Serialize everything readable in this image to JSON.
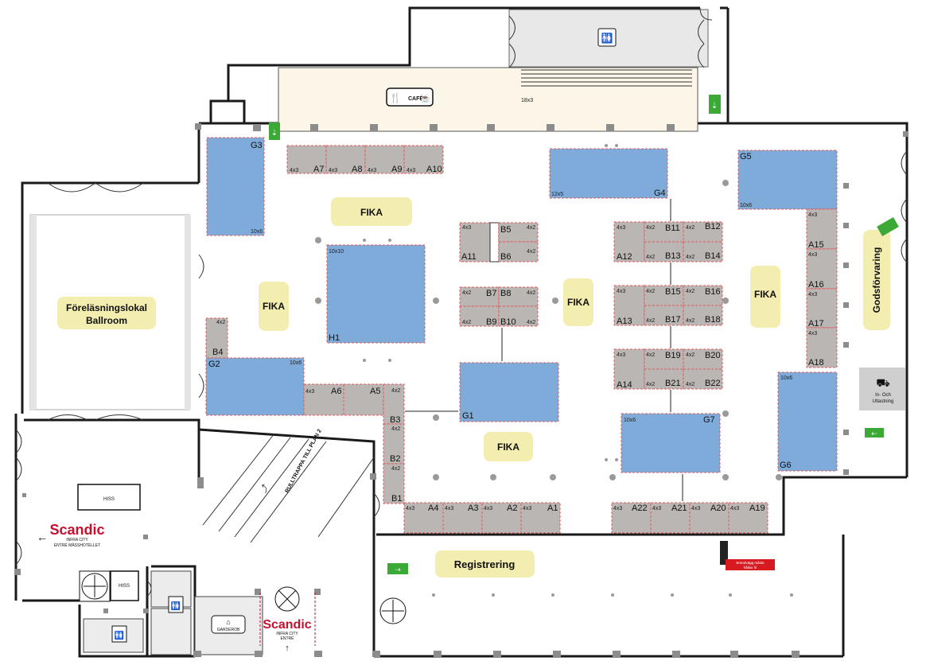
{
  "pills": {
    "fika1": "FIKA",
    "fika2": "FIKA",
    "fika3": "FIKA",
    "fika4": "FIKA",
    "fika5": "FIKA",
    "ballroom_line1": "Föreläsningslokal",
    "ballroom_line2": "Ballroom",
    "godsforvaring": "Godsförvaring",
    "registrering": "Registrering"
  },
  "labels": {
    "cafe": "CAFÉ",
    "hiss1": "HISS",
    "hiss2": "HISS",
    "garderob": "GARDEROB",
    "rulltrappa": "RULLTRAPPA TILL PLAN 2",
    "scandic1": "Scandic",
    "scandic1_sub1": "INFRA CITY",
    "scandic1_sub2": "ENTRÉ MÄSSHOTELLET",
    "scandic2": "Scandic",
    "scandic2_sub1": "INFRA CITY",
    "scandic2_sub2": "ENTRÉ",
    "inut_line1": "In- Och",
    "inut_line2": "Utlastning",
    "emergency_line1": "Brandvägg måste",
    "emergency_line2": "hållas fri",
    "size_18x3": "18x3",
    "size_12x5": "12x5",
    "size_10x10": "10x10",
    "size_g3": "10x6",
    "size_g5": "10x6",
    "size_g2": "10x6",
    "size_g7": "10x6",
    "size_g6": "10x6"
  },
  "booths": {
    "G3": "G3",
    "G4": "G4",
    "G5": "G5",
    "G2": "G2",
    "G1": "G1",
    "G7": "G7",
    "G6": "G6",
    "H1": "H1",
    "A7": "A7",
    "A8": "A8",
    "A9": "A9",
    "A10": "A10",
    "A11": "A11",
    "B5": "B5",
    "B6": "B6",
    "B7": "B7",
    "B8": "B8",
    "B9": "B9",
    "B10": "B10",
    "A12": "A12",
    "B11": "B11",
    "B12": "B12",
    "B13": "B13",
    "B14": "B14",
    "A13": "A13",
    "B15": "B15",
    "B16": "B16",
    "B17": "B17",
    "B18": "B18",
    "A14": "A14",
    "B19": "B19",
    "B20": "B20",
    "B21": "B21",
    "B22": "B22",
    "A15": "A15",
    "A16": "A16",
    "A17": "A17",
    "A18": "A18",
    "B4": "B4",
    "A6": "A6",
    "A5": "A5",
    "B3": "B3",
    "B2": "B2",
    "B1": "B1",
    "A4": "A4",
    "A3": "A3",
    "A2": "A2",
    "A1": "A1",
    "A22": "A22",
    "A21": "A21",
    "A20": "A20",
    "A19": "A19"
  },
  "sizes": {
    "s4x3": "4x3",
    "s4x2": "4x2"
  },
  "colors": {
    "booth": "#b9b6b4",
    "large_booth": "#7eabd9",
    "pill": "#f4edb0",
    "exit_green": "#3aa935",
    "scandic_red": "#c8102e"
  }
}
